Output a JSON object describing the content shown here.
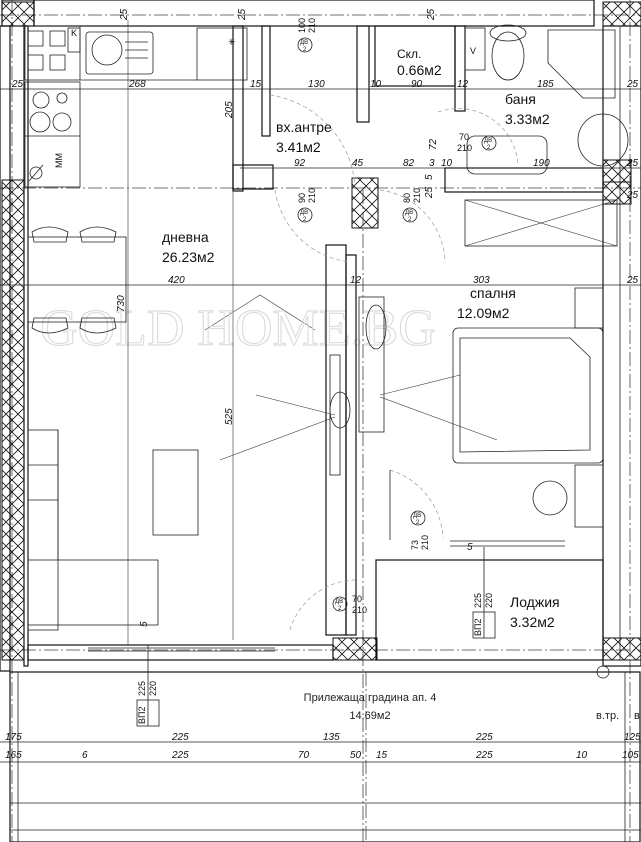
{
  "rooms": {
    "living": {
      "name": "дневна",
      "area": "26.23м2"
    },
    "hall": {
      "name": "вх.антре",
      "area": "3.41м2"
    },
    "storage": {
      "name": "Скл.",
      "area": "0.66м2"
    },
    "bath": {
      "name": "баня",
      "area": "3.33м2"
    },
    "bedroom": {
      "name": "спалня",
      "area": "12.09м2"
    },
    "loggia": {
      "name": "Лоджия",
      "area": "3.32м2"
    },
    "garden": {
      "name": "Прилежаща градина ап. 4",
      "area": "14.69м2"
    }
  },
  "labels": {
    "mm": "ММ",
    "k": "K",
    "v": "V",
    "riser": "в.тр.",
    "riser_cut": "в"
  },
  "doors": [
    {
      "code": "ДВ",
      "type": "2",
      "width": "100",
      "height": "210"
    },
    {
      "code": "ДВ",
      "type": "2",
      "width": "90",
      "height": "210"
    },
    {
      "code": "ДВ",
      "type": "2",
      "width": "80",
      "height": "210"
    },
    {
      "code": "ДВ",
      "type": "2",
      "width": "70",
      "height": "210"
    },
    {
      "code": "ДВ",
      "type": "2",
      "width": "73",
      "height": "210"
    },
    {
      "code": "ДВ",
      "type": "2",
      "width": "70",
      "height": "210"
    }
  ],
  "windows": [
    {
      "code": "ВП2",
      "width": "225",
      "height": "220"
    },
    {
      "code": "ВП2",
      "width": "225",
      "height": "220"
    }
  ],
  "dimensions": {
    "top": [
      "25",
      "25",
      "25",
      "268",
      "25",
      "15",
      "130",
      "10",
      "90",
      "12",
      "185",
      "25",
      "205",
      "92",
      "45",
      "82",
      "3",
      "10",
      "190",
      "25",
      "72",
      "5",
      "25",
      "420",
      "12",
      "303",
      "25",
      "730",
      "525",
      "5",
      "5",
      "25"
    ],
    "bottom_row1": [
      "175",
      "225",
      "135",
      "225",
      "125"
    ],
    "bottom_row2": [
      "165",
      "6",
      "225",
      "70",
      "50",
      "15",
      "225",
      "10",
      "105"
    ]
  },
  "watermark": "GOLD HOME.BG"
}
